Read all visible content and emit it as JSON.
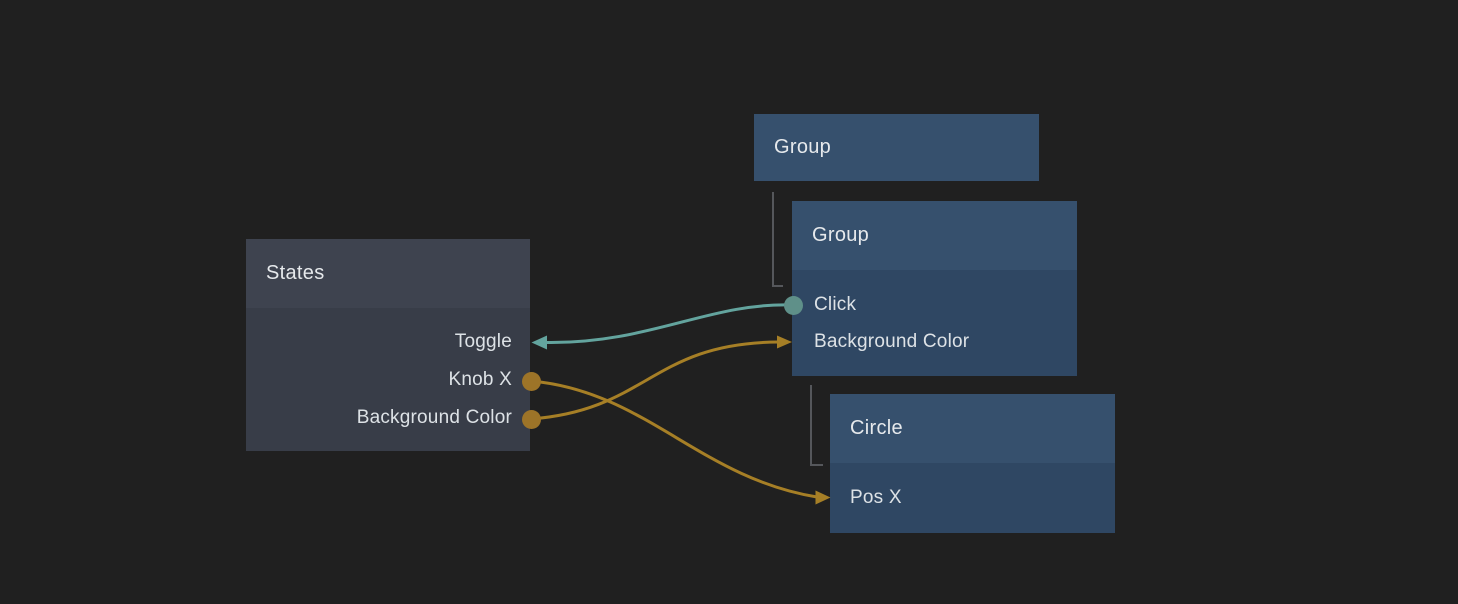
{
  "app": {
    "type": "node-graph-editor",
    "background_color": "#202020"
  },
  "palette": {
    "group_header": "#36506d",
    "group_body": "#2f4763",
    "states_header": "#3e434f",
    "states_body": "#383d48",
    "title_text": "#e6e9ec",
    "row_text": "#dde2e6",
    "hierarchy_line": "#55575b",
    "teal_wire": "#63a49e",
    "teal_port": "#5f9089",
    "orange_wire": "#a67f26",
    "orange_port": "#9d7428"
  },
  "nodes": [
    {
      "id": "group-outer",
      "title": "Group",
      "rows": []
    },
    {
      "id": "group-inner",
      "title": "Group",
      "rows": [
        {
          "label": "Click"
        },
        {
          "label": "Background Color"
        }
      ]
    },
    {
      "id": "states",
      "title": "States",
      "rows": [
        {
          "label": "Toggle"
        },
        {
          "label": "Knob X"
        },
        {
          "label": "Background Color"
        }
      ]
    },
    {
      "id": "circle",
      "title": "Circle",
      "rows": [
        {
          "label": "Pos X"
        }
      ]
    }
  ],
  "connections": [
    {
      "from": "Group (inner) / Click",
      "to": "States / Toggle",
      "color": "teal"
    },
    {
      "from": "States / Knob X",
      "to": "Circle / Pos X",
      "color": "orange"
    },
    {
      "from": "States / Background Color",
      "to": "Group (inner) / Background Color",
      "color": "orange"
    }
  ],
  "hierarchy": [
    {
      "parent": "Group (outer)",
      "child": "Group (inner)"
    },
    {
      "parent": "Group (inner)",
      "child": "Circle"
    }
  ]
}
